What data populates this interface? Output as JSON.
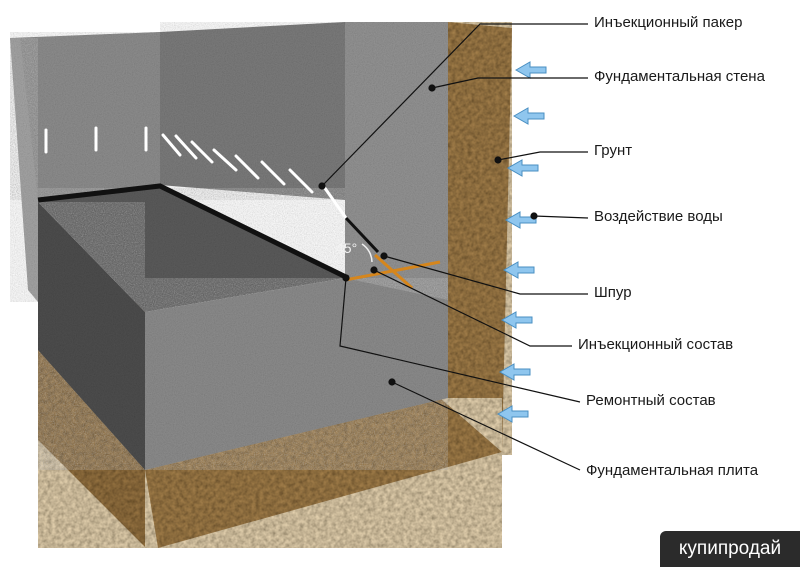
{
  "labels": {
    "packer": "Инъекционный пакер",
    "wall": "Фундаментальная стена",
    "soil": "Грунт",
    "water": "Воздействие воды",
    "hole": "Шпур",
    "injection": "Инъекционный состав",
    "repair": "Ремонтный состав",
    "slab": "Фундаментальная плита"
  },
  "angle": "45°",
  "watermark": "купипродай",
  "colors": {
    "concrete_light": "#8a8a8a",
    "concrete_dark": "#5a5a5a",
    "gravel": "#b59a6e",
    "water_arrow": "#8fc6ee",
    "leader": "#111111",
    "hole": "#d6861c"
  },
  "icons": {
    "water_arrows": "arrow-left-icon",
    "packers": "packer-icon"
  }
}
